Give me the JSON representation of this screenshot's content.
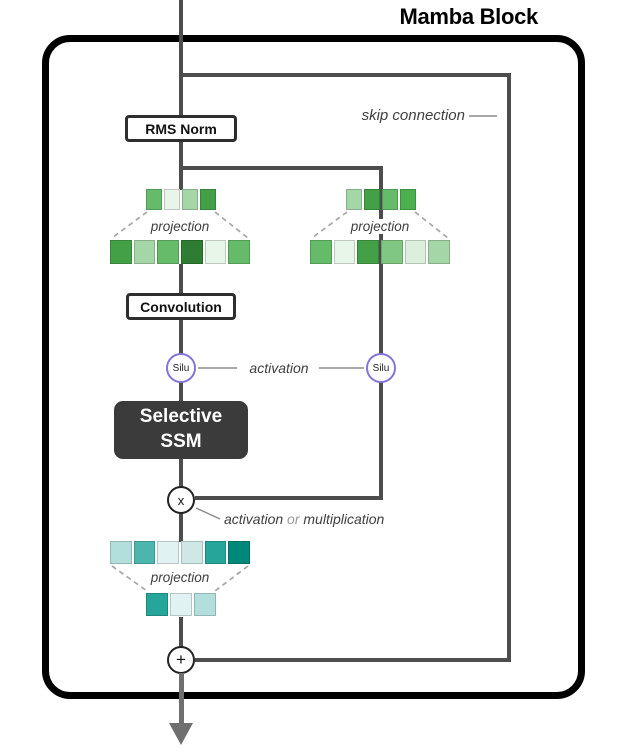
{
  "title": "Mamba Block",
  "colors": {
    "canvas-bg": "#ffffff",
    "line": "#4d4d4d",
    "arrow": "#6f6f6f",
    "block-border": "#000000",
    "ssm-bg": "#3b3b3b",
    "ssm-text": "#ffffff",
    "silu-border": "#8474d8",
    "node-border": "#222222",
    "box-border": "#2e2e2e",
    "label": "#3f3f3f",
    "label-muted": "#9a9a9a",
    "dash": "#a6a6a6",
    "anno": "#8c8c8c",
    "cell-border": "rgba(0,0,0,0.18)"
  },
  "nodes": {
    "rms_norm": "RMS Norm",
    "convolution": "Convolution",
    "silu_left": "Silu",
    "silu_right": "Silu",
    "ssm_line1": "Selective",
    "ssm_line2": "SSM",
    "multiply": "x",
    "add": "+"
  },
  "labels": {
    "skip_connection": "skip connection",
    "projection_left": "projection",
    "projection_right": "projection",
    "projection_output": "projection",
    "activation": "activation",
    "mult_activation": "activation",
    "mult_or": "or",
    "mult_multiplication": "multiplication"
  },
  "vectors": {
    "left_small": [
      "#66bb6a",
      "#e8f5e9",
      "#a5d6a7",
      "#43a047"
    ],
    "left_large": [
      "#43a047",
      "#a5d6a7",
      "#66bb6a",
      "#2e7d32",
      "#e8f5e9",
      "#66bb6a"
    ],
    "right_small": [
      "#a5d6a7",
      "#43a047",
      "#66bb6a",
      "#4caf50"
    ],
    "right_large": [
      "#66bb6a",
      "#e8f5e9",
      "#43a047",
      "#81c784",
      "#dcefdc",
      "#a5d6a7"
    ],
    "output_large": [
      "#b2dfdb",
      "#4db6ac",
      "#e0f2f1",
      "#cfe8e6",
      "#26a69a",
      "#00897b"
    ],
    "output_small": [
      "#26a69a",
      "#e0f2f1",
      "#b2dfdb"
    ]
  }
}
